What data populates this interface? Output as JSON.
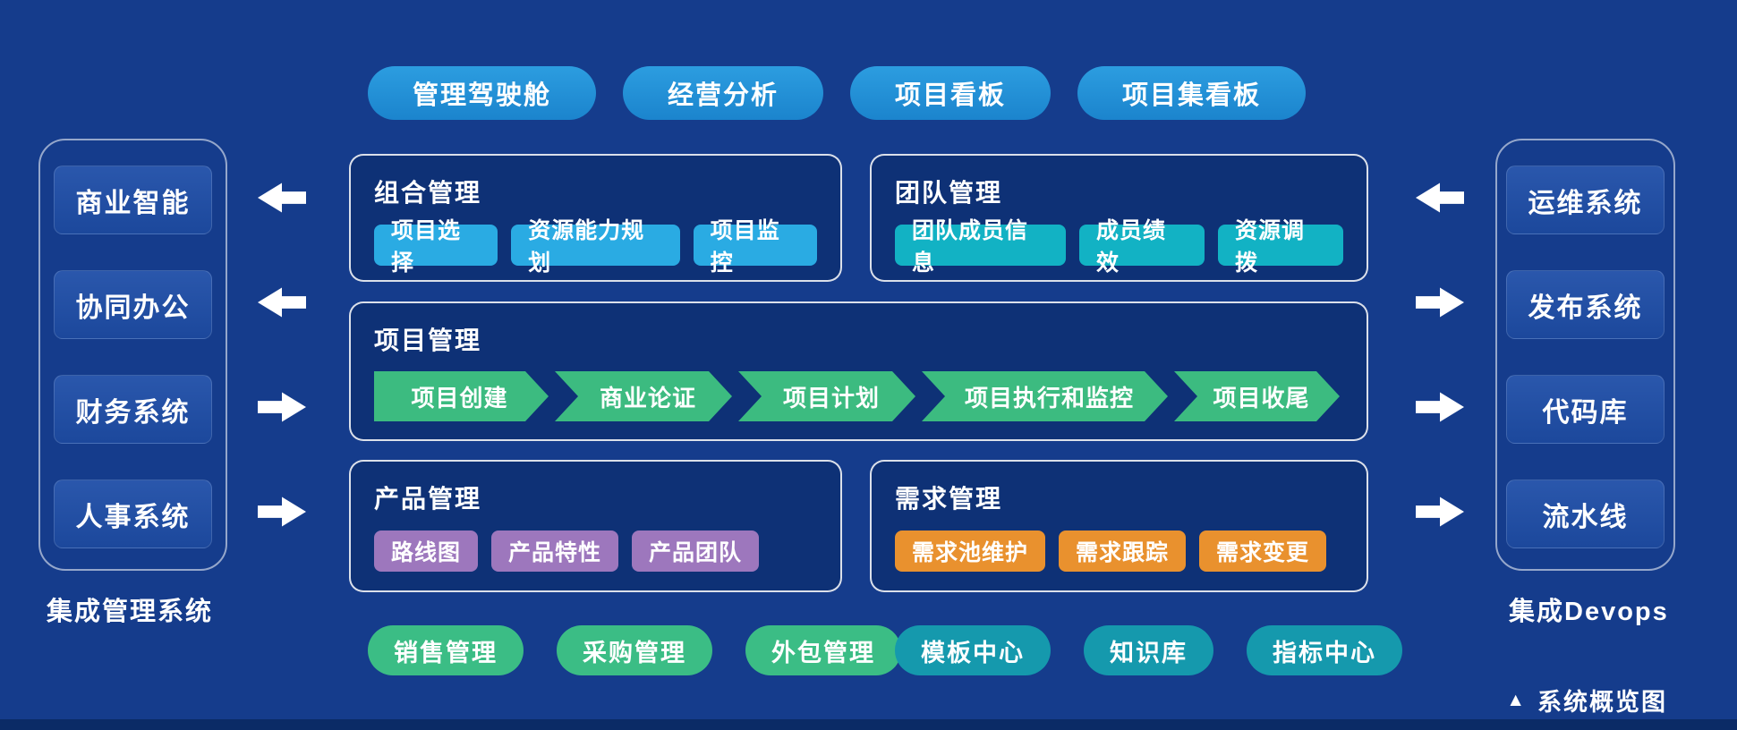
{
  "colors": {
    "background": "#153c8c",
    "panel_bg": "#0e3176",
    "side_box_bg": "#1c489c",
    "top_pill_bg": "#1b84cd",
    "chip_blue": "#2aabe3",
    "chip_teal": "#12b2c4",
    "chip_purple": "#9d77bd",
    "chip_orange": "#e9912e",
    "stage_green": "#3cbb80",
    "pill_green": "#3bbd85",
    "pill_teal": "#1599ad"
  },
  "top_pills": [
    "管理驾驶舱",
    "经营分析",
    "项目看板",
    "项目集看板"
  ],
  "left_group": {
    "items": [
      "商业智能",
      "协同办公",
      "财务系统",
      "人事系统"
    ],
    "caption": "集成管理系统"
  },
  "right_group": {
    "items": [
      "运维系统",
      "发布系统",
      "代码库",
      "流水线"
    ],
    "caption": "集成Devops"
  },
  "panels": {
    "portfolio": {
      "title": "组合管理",
      "chips": [
        "项目选择",
        "资源能力规划",
        "项目监控"
      ]
    },
    "team": {
      "title": "团队管理",
      "chips": [
        "团队成员信息",
        "成员绩效",
        "资源调拨"
      ]
    },
    "project": {
      "title": "项目管理",
      "stages": [
        "项目创建",
        "商业论证",
        "项目计划",
        "项目执行和监控",
        "项目收尾"
      ]
    },
    "product": {
      "title": "产品管理",
      "chips": [
        "路线图",
        "产品特性",
        "产品团队"
      ]
    },
    "requirement": {
      "title": "需求管理",
      "chips": [
        "需求池维护",
        "需求跟踪",
        "需求变更"
      ]
    }
  },
  "bottom_pills": {
    "green": [
      "销售管理",
      "采购管理",
      "外包管理"
    ],
    "teal": [
      "模板中心",
      "知识库",
      "指标中心"
    ]
  },
  "footer": {
    "icon": "▲",
    "label": "系统概览图"
  }
}
